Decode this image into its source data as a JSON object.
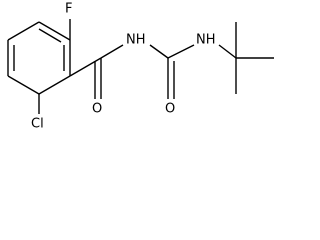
{
  "molecule": {
    "atoms": {
      "fluorine": "F",
      "chlorine": "Cl",
      "carbonyl_oxygen_1": "O",
      "amide_nitrogen_1": "NH",
      "carbonyl_oxygen_2": "O",
      "amide_nitrogen_2": "NH"
    }
  }
}
